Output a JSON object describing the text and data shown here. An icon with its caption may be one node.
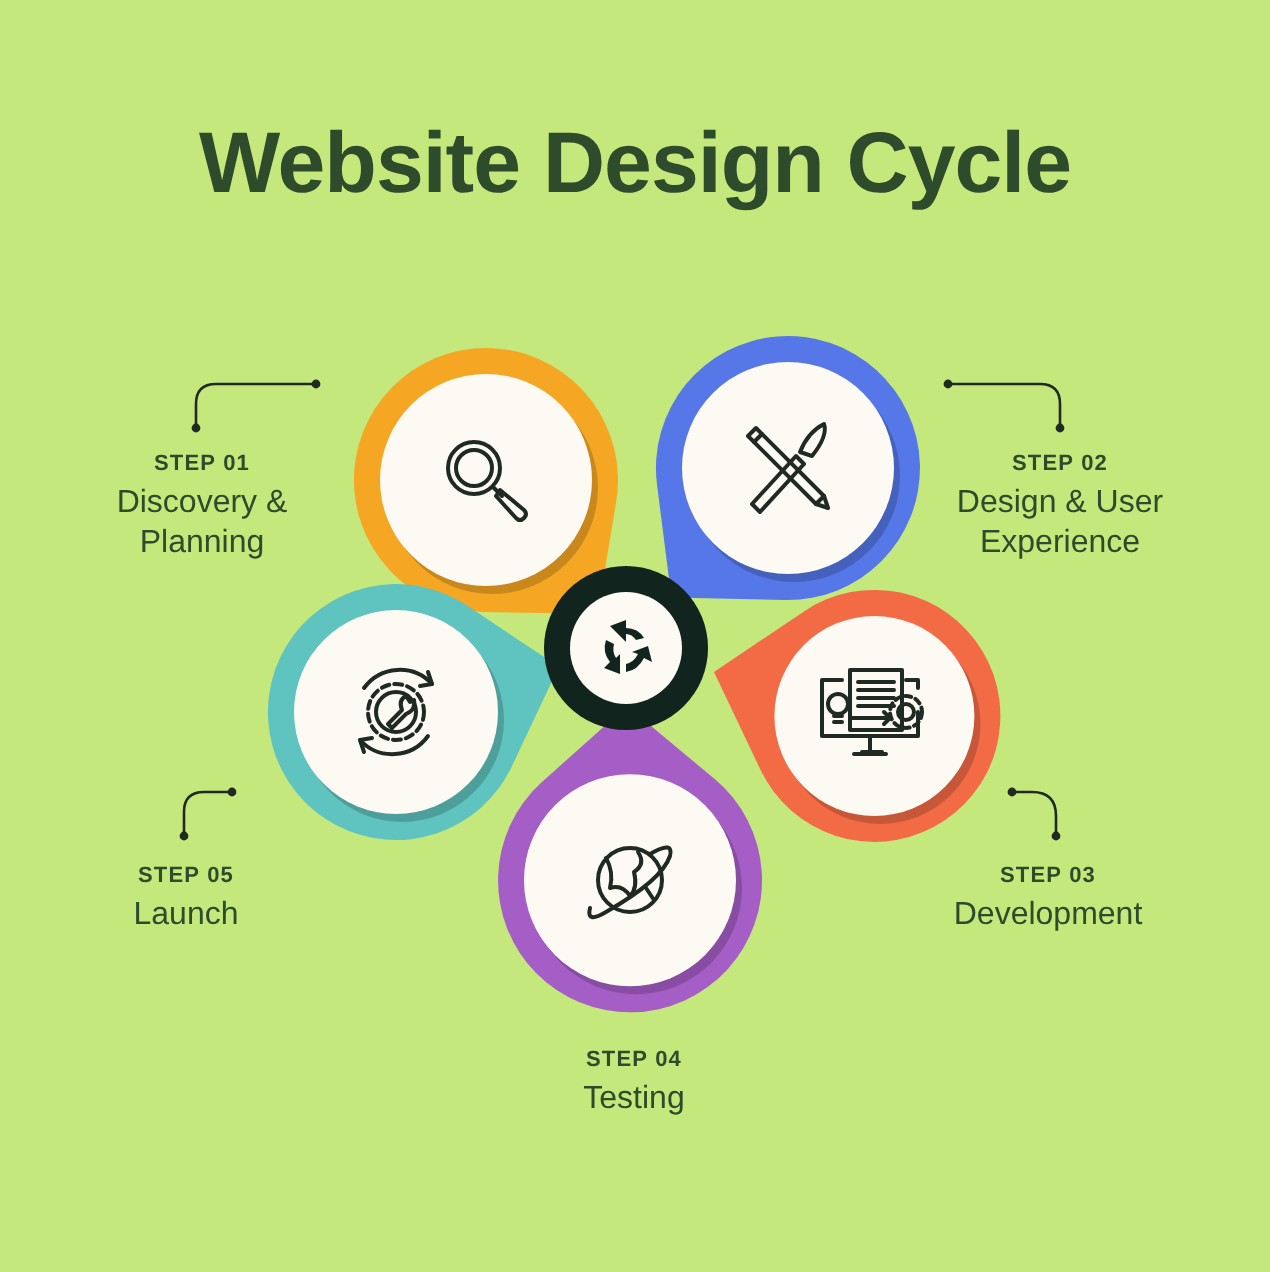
{
  "diagram": {
    "title": "Website Design Cycle",
    "nodes": [
      {
        "text": [],
        "shape": "circle"
      },
      {
        "text": [],
        "shape": "drop",
        "beside": [
          "STEP 01",
          "Discovery & Planning"
        ]
      },
      {
        "text": [],
        "shape": "drop",
        "beside": [
          "STEP 02",
          "Design & User Experience"
        ]
      },
      {
        "text": [],
        "shape": "drop",
        "beside": [
          "STEP 03",
          "Development"
        ]
      },
      {
        "text": [],
        "shape": "drop",
        "beside": [
          "STEP 04",
          "Testing"
        ]
      },
      {
        "text": [],
        "shape": "drop",
        "beside": [
          "STEP 05",
          "Launch"
        ]
      }
    ]
  }
}
